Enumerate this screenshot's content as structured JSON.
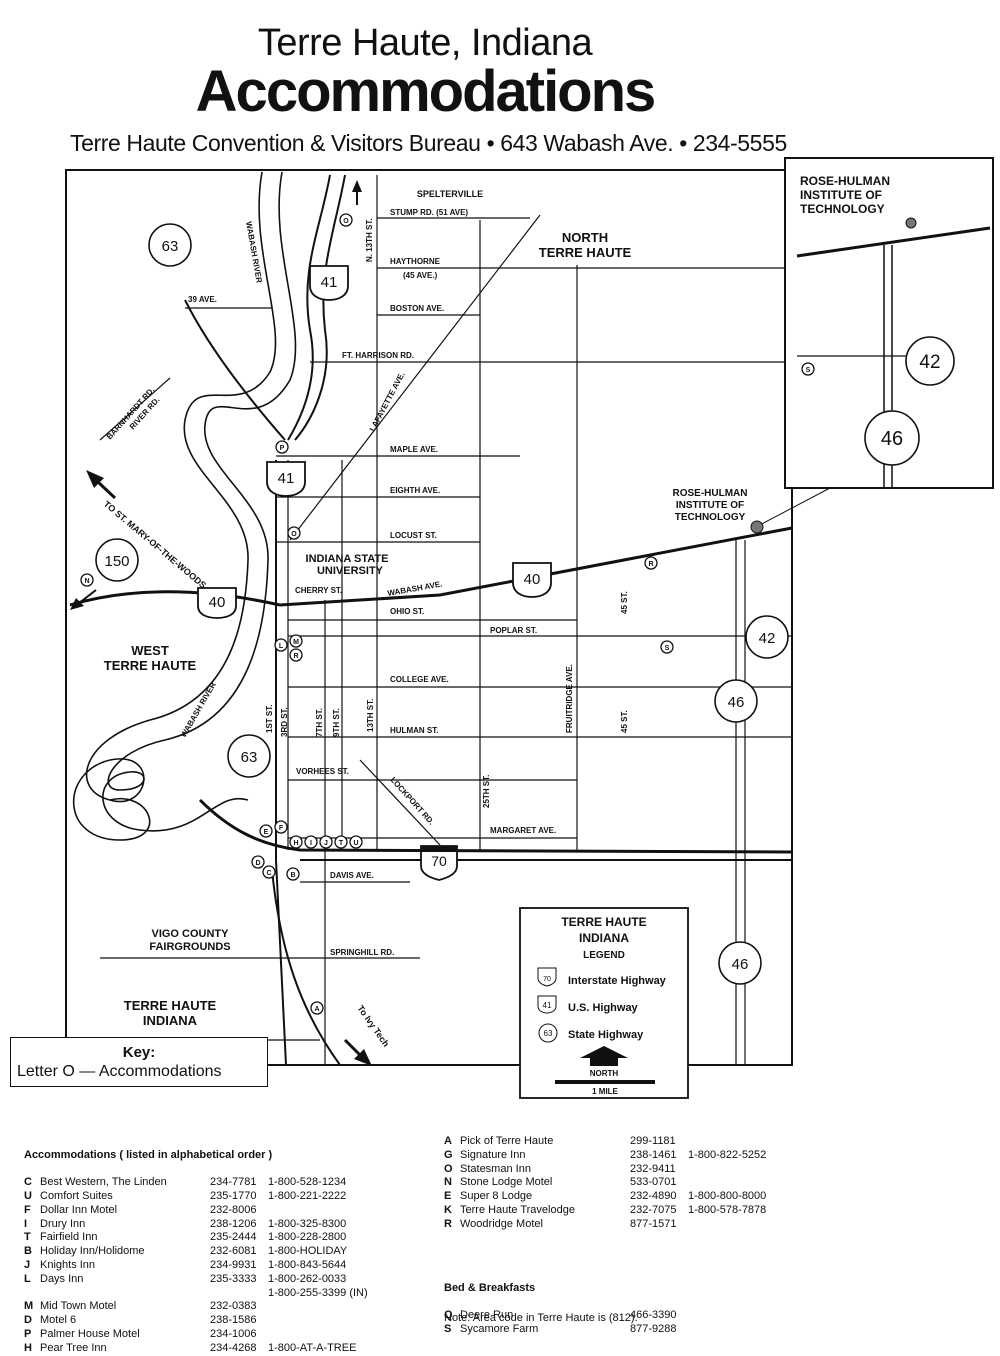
{
  "header": {
    "city": "Terre Haute, Indiana",
    "title": "Accommodations",
    "subtitle": "Terre Haute Convention & Visitors Bureau • 643 Wabash Ave. • 234-5555"
  },
  "map": {
    "areas": {
      "spelterville": "SPELTERVILLE",
      "north_th_1": "NORTH",
      "north_th_2": "TERRE HAUTE",
      "west_th_1": "WEST",
      "west_th_2": "TERRE HAUTE",
      "isu_1": "INDIANA STATE",
      "isu_2": "UNIVERSITY",
      "vigo_1": "VIGO COUNTY",
      "vigo_2": "FAIRGROUNDS",
      "th_1": "TERRE HAUTE",
      "th_2": "INDIANA",
      "rh_1": "ROSE-HULMAN",
      "rh_2": "INSTITUTE OF",
      "rh_3": "TECHNOLOGY",
      "inset_1": "ROSE-HULMAN",
      "inset_2": "INSTITUTE OF",
      "inset_3": "TECHNOLOGY"
    },
    "streets": {
      "stump": "STUMP RD. (51 AVE)",
      "haythorne": "HAYTHORNE",
      "ave45": "(45 AVE.)",
      "boston": "BOSTON AVE.",
      "ave39": "39 AVE.",
      "harrison": "FT. HARRISON RD.",
      "maple": "MAPLE AVE.",
      "eighth": "EIGHTH AVE.",
      "locust": "LOCUST ST.",
      "cherry": "CHERRY ST.",
      "wabash": "WABASH AVE.",
      "ohio": "OHIO ST.",
      "poplar": "POPLAR ST.",
      "college": "COLLEGE AVE.",
      "hulman": "HULMAN ST.",
      "vorhees": "VORHEES ST.",
      "lockport": "LOCKPORT RD.",
      "margaret": "MARGARET AVE.",
      "davis": "DAVIS AVE.",
      "springhill": "SPRINGHILL RD.",
      "n13th": "N. 13TH ST.",
      "lafayette": "LAFAYETTE AVE.",
      "barnhart": "BARNHARDT RD.",
      "river": "RIVER RD.",
      "wabash_river": "WABASH RIVER",
      "st1": "1ST ST.",
      "st3": "3RD ST.",
      "st7": "7TH ST.",
      "st9": "9TH ST.",
      "st13": "13TH ST.",
      "st25": "25TH ST.",
      "fruitridge": "FRUITRIDGE AVE.",
      "st45a": "45 ST.",
      "st45b": "45 ST.",
      "to_smw": "TO ST. MARY-OF-THE-WOODS",
      "to_ivy": "To Ivy Tech"
    },
    "shields": {
      "s63a": "63",
      "s63b": "63",
      "s41a": "41",
      "s41b": "41",
      "s150": "150",
      "s40a": "40",
      "s40b": "40",
      "s42": "42",
      "s46a": "46",
      "s46b": "46",
      "s70": "70",
      "i42": "42",
      "i46": "46"
    },
    "markers": {
      "m_o1": "O",
      "m_p": "P",
      "m_o2": "O",
      "m_n": "N",
      "m_l": "L",
      "m_m": "M",
      "m_r": "R",
      "m_s": "S",
      "m_e": "E",
      "m_f": "F",
      "m_h": "H",
      "m_i": "I",
      "m_j": "J",
      "m_t": "T",
      "m_u": "U",
      "m_d": "D",
      "m_c": "C",
      "m_b": "B",
      "m_a": "A",
      "m_r2": "R",
      "m_s2": "S"
    }
  },
  "legend": {
    "title_1": "TERRE HAUTE",
    "title_2": "INDIANA",
    "title_3": "LEGEND",
    "interstate": "Interstate Highway",
    "us": "U.S. Highway",
    "state": "State Highway",
    "i_num": "70",
    "us_num": "41",
    "st_num": "63",
    "north": "NORTH",
    "scale": "1 MILE"
  },
  "key": {
    "title": "Key:",
    "line": "Letter O — Accommodations"
  },
  "accommodations": {
    "heading": "Accommodations ( listed in alphabetical order )",
    "left": [
      {
        "code": "C",
        "name": "Best Western, The Linden",
        "phone": "234-7781",
        "toll": "1-800-528-1234"
      },
      {
        "code": "U",
        "name": "Comfort Suites",
        "phone": "235-1770",
        "toll": "1-800-221-2222"
      },
      {
        "code": "F",
        "name": "Dollar Inn Motel",
        "phone": "232-8006",
        "toll": ""
      },
      {
        "code": "I",
        "name": "Drury Inn",
        "phone": "238-1206",
        "toll": "1-800-325-8300"
      },
      {
        "code": "T",
        "name": "Fairfield Inn",
        "phone": "235-2444",
        "toll": "1-800-228-2800"
      },
      {
        "code": "B",
        "name": "Holiday Inn/Holidome",
        "phone": "232-6081",
        "toll": "1-800-HOLIDAY"
      },
      {
        "code": "J",
        "name": "Knights Inn",
        "phone": "234-9931",
        "toll": "1-800-843-5644"
      },
      {
        "code": "L",
        "name": "Days Inn",
        "phone": "235-3333",
        "toll": "1-800-262-0033"
      },
      {
        "code": "",
        "name": "",
        "phone": "",
        "toll": "1-800-255-3399 (IN)"
      },
      {
        "code": "M",
        "name": "Mid Town Motel",
        "phone": "232-0383",
        "toll": ""
      },
      {
        "code": "D",
        "name": "Motel 6",
        "phone": "238-1586",
        "toll": ""
      },
      {
        "code": "P",
        "name": "Palmer House Motel",
        "phone": "234-1006",
        "toll": ""
      },
      {
        "code": "H",
        "name": "Pear Tree Inn",
        "phone": "234-4268",
        "toll": "1-800-AT-A-TREE"
      }
    ],
    "right": [
      {
        "code": "A",
        "name": "Pick of Terre Haute",
        "phone": "299-1181",
        "toll": ""
      },
      {
        "code": "G",
        "name": "Signature Inn",
        "phone": "238-1461",
        "toll": "1-800-822-5252"
      },
      {
        "code": "O",
        "name": "Statesman Inn",
        "phone": "232-9411",
        "toll": ""
      },
      {
        "code": "N",
        "name": "Stone Lodge Motel",
        "phone": "533-0701",
        "toll": ""
      },
      {
        "code": "E",
        "name": "Super 8 Lodge",
        "phone": "232-4890",
        "toll": "1-800-800-8000"
      },
      {
        "code": "K",
        "name": "Terre Haute Travelodge",
        "phone": "232-7075",
        "toll": "1-800-578-7878"
      },
      {
        "code": "R",
        "name": "Woodridge Motel",
        "phone": "877-1571",
        "toll": ""
      }
    ],
    "bb_heading": "Bed & Breakfasts",
    "bb": [
      {
        "code": "Q",
        "name": "Deere Run",
        "phone": "466-3390",
        "toll": ""
      },
      {
        "code": "S",
        "name": "Sycamore Farm",
        "phone": "877-9288",
        "toll": ""
      }
    ],
    "note": "Note: Area code in Terre Haute is (812)."
  }
}
